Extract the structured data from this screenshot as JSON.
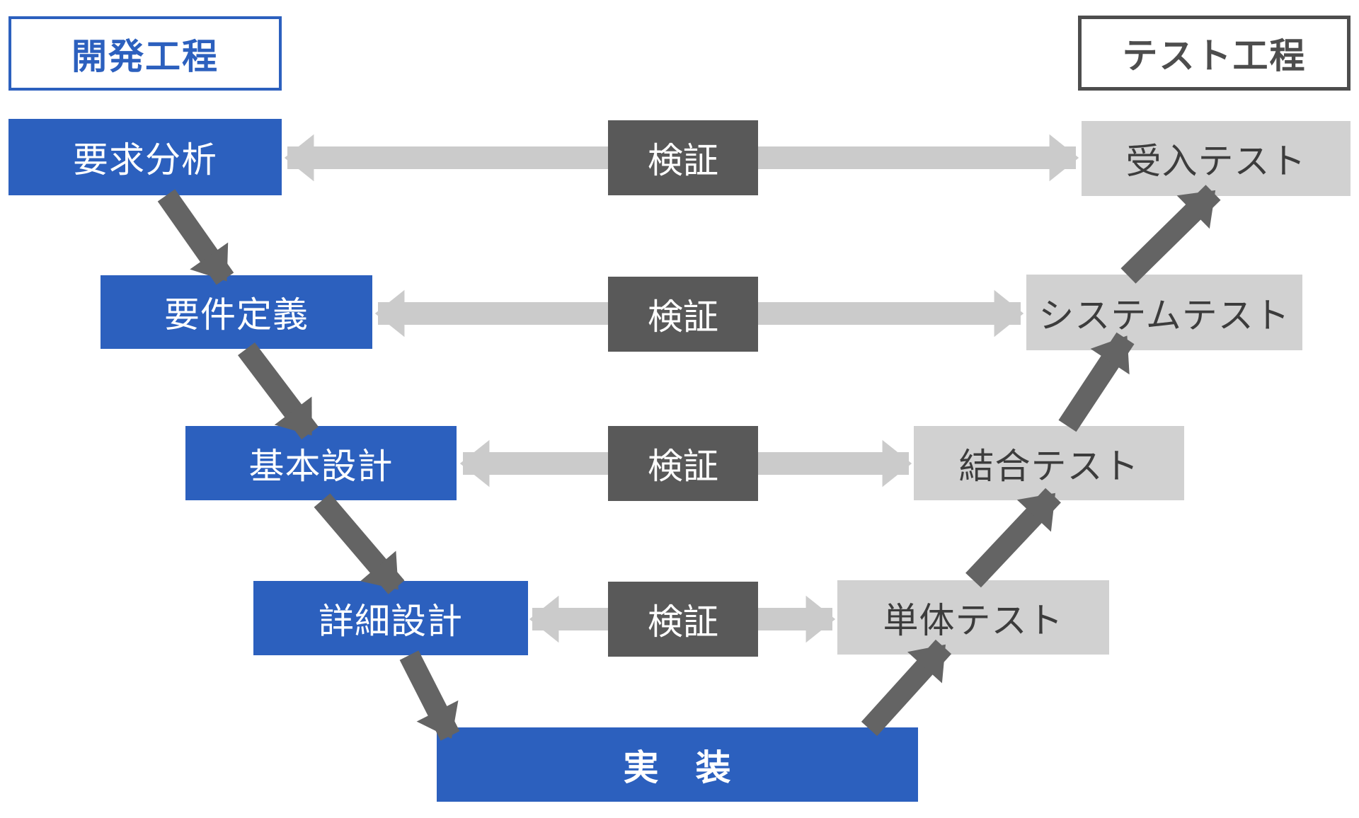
{
  "diagram": {
    "name": "v-model-development-test-process",
    "headers": {
      "dev": "開発工程",
      "test": "テスト工程"
    },
    "dev_stages": [
      {
        "label": "要求分析"
      },
      {
        "label": "要件定義"
      },
      {
        "label": "基本設計"
      },
      {
        "label": "詳細設計"
      },
      {
        "label": "実　装"
      }
    ],
    "test_stages": [
      {
        "label": "受入テスト"
      },
      {
        "label": "システムテスト"
      },
      {
        "label": "結合テスト"
      },
      {
        "label": "単体テスト"
      }
    ],
    "verification": {
      "labels": [
        "検証",
        "検証",
        "検証",
        "検証"
      ]
    },
    "colors": {
      "blue": "#2C60BE",
      "dark_gray": "#595959",
      "light_gray": "#D1D1D1",
      "arrow_light": "#CBCBCB",
      "arrow_dark": "#646464",
      "gray_text": "#3C3C3C",
      "test_header": "#4D4D4D",
      "bg": "#FFFFFF"
    }
  }
}
